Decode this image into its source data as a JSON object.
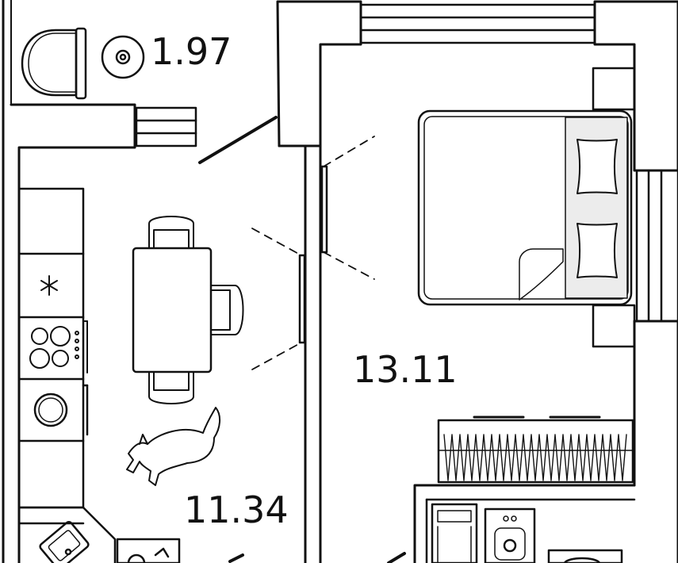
{
  "rooms": {
    "balcony": {
      "area": "1.97"
    },
    "bedroom": {
      "area": "13.11"
    },
    "kitchen": {
      "area": "11.34"
    }
  },
  "colors": {
    "wall": "#111111",
    "background": "#ffffff",
    "pillow_area": "#ececec"
  },
  "icons": [
    "toilet-icon",
    "floor-drain-icon",
    "bed-icon",
    "pillow-icon",
    "dining-table-icon",
    "chair-icon",
    "fridge-icon",
    "cooktop-icon",
    "washing-machine-icon",
    "sink-icon",
    "dog-icon",
    "wardrobe-icon",
    "bathtub-icon",
    "door-swing-icon",
    "window-icon"
  ]
}
